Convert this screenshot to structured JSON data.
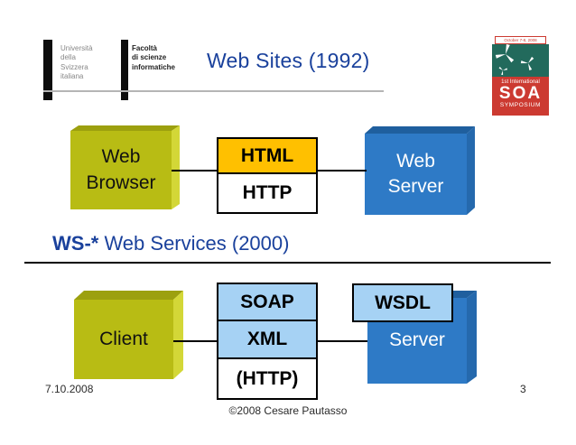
{
  "slide": {
    "title": "Web Sites (1992)",
    "section2": {
      "bold": "WS-*",
      "rest": " Web Services (2000)"
    },
    "footer": {
      "date": "7.10.2008",
      "copyright": "©2008 Cesare Pautasso",
      "page": "3"
    }
  },
  "logos": {
    "university": {
      "lines": "Università\ndella\nSvizzera\nitaliana"
    },
    "faculty": {
      "lines": "Facoltà\ndi scienze\ninformatiche"
    },
    "soa": {
      "date": "October 7-8, 2008",
      "line1": "1st International",
      "acronym": "SOA",
      "line3": "SYMPOSIUM"
    }
  },
  "diagram_web": {
    "client": "Web\nBrowser",
    "stack": [
      "HTML",
      "HTTP"
    ],
    "server": "Web\nServer"
  },
  "diagram_ws": {
    "client": "Client",
    "stack": [
      "SOAP",
      "XML",
      "(HTTP)"
    ],
    "wsdl": "WSDL",
    "server": "Server"
  },
  "colors": {
    "title_blue": "#1a419c",
    "cube_yellow": "#b8bc14",
    "cube_blue": "#2e7ac6",
    "html_gold": "#ffc000",
    "protocol_lightblue": "#a6d2f4",
    "soa_teal": "#226a5c",
    "soa_red": "#cc3a31"
  }
}
